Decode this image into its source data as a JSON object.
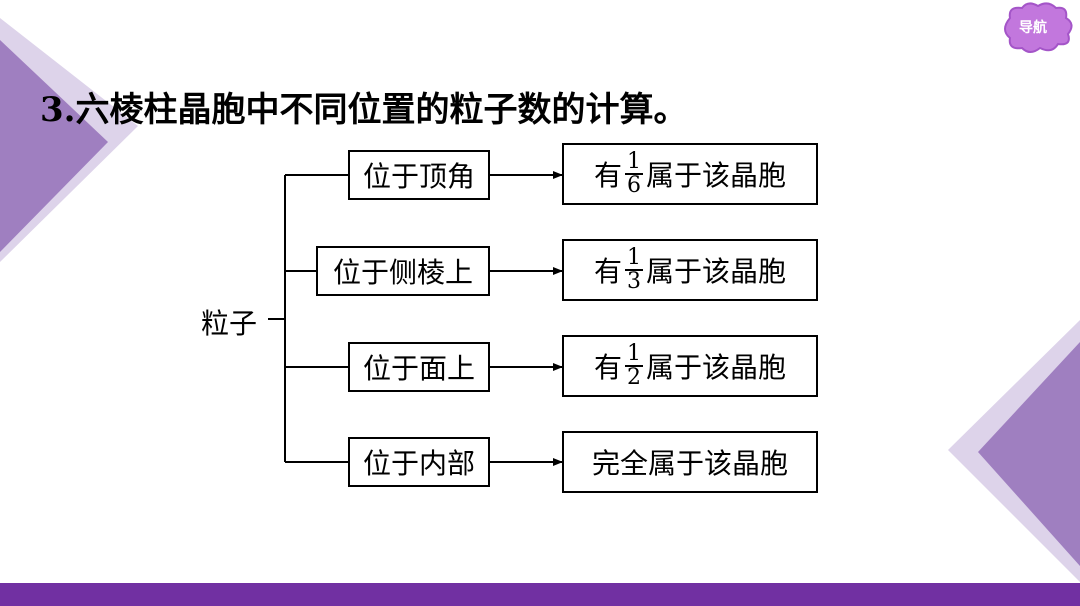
{
  "nav": {
    "label": "导航"
  },
  "title": "3.六棱柱晶胞中不同位置的粒子数的计算。",
  "root_label": "粒子",
  "branches": [
    {
      "position": "位于顶角",
      "result_prefix": "有",
      "fraction": {
        "numerator": "1",
        "denominator": "6"
      },
      "result_suffix": "属于该晶胞"
    },
    {
      "position": "位于侧棱上",
      "result_prefix": "有",
      "fraction": {
        "numerator": "1",
        "denominator": "3"
      },
      "result_suffix": "属于该晶胞"
    },
    {
      "position": "位于面上",
      "result_prefix": "有",
      "fraction": {
        "numerator": "1",
        "denominator": "2"
      },
      "result_suffix": "属于该晶胞"
    },
    {
      "position": "位于内部",
      "result_text": "完全属于该晶胞"
    }
  ],
  "colors": {
    "accent": "#7130a2",
    "triangle_dark": "#9f7fc0",
    "triangle_light": "#d8cbe6",
    "nav_fill": "#c277dd"
  }
}
